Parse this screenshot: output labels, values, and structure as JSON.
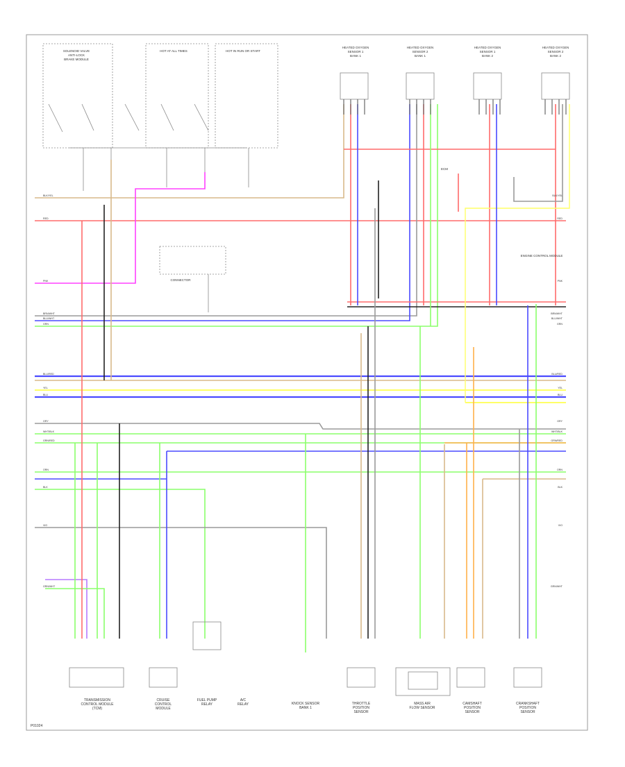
{
  "diagram": {
    "footer_code": "P01024",
    "colors": {
      "red": "#ff6a6a",
      "pink": "#ff40ff",
      "blue": "#4a4aff",
      "yellow": "#ffff66",
      "green": "#8aff6a",
      "tan": "#d9b98a",
      "orange": "#ffb04a",
      "black": "#222222",
      "gray": "#9a9a9a",
      "violet": "#b77aff"
    },
    "top_components": [
      {
        "id": "a",
        "lines": [
          "SOLENOID VALVE",
          "ANTI-LOCK",
          "BRAKE MODULE"
        ]
      },
      {
        "id": "b",
        "lines": [
          "HOT AT ALL TIMES"
        ]
      },
      {
        "id": "c",
        "lines": [
          "HOT IN RUN OR START"
        ]
      },
      {
        "id": "d",
        "lines": [
          "HEATED OXYGEN",
          "SENSOR 1",
          "BANK 1"
        ]
      },
      {
        "id": "e",
        "lines": [
          "HEATED OXYGEN",
          "SENSOR 2",
          "BANK 1"
        ]
      },
      {
        "id": "f",
        "lines": [
          "HEATED OXYGEN",
          "SENSOR 1",
          "BANK 2"
        ]
      },
      {
        "id": "g",
        "lines": [
          "HEATED OXYGEN",
          "SENSOR 2",
          "BANK 2"
        ]
      }
    ],
    "side_labels": [
      {
        "id": "s1",
        "text": "ENGINE CONTROL MODULE"
      },
      {
        "id": "s2",
        "text": "CONNECTOR"
      },
      {
        "id": "s3",
        "text": "ECM"
      }
    ],
    "bottom_components": [
      {
        "id": "b1",
        "lines": [
          "TRANSMISSION",
          "CONTROL MODULE",
          "(TCM)"
        ]
      },
      {
        "id": "b2",
        "lines": [
          "CRUISE",
          "CONTROL",
          "MODULE"
        ]
      },
      {
        "id": "b3",
        "lines": [
          "FUEL PUMP",
          "RELAY"
        ]
      },
      {
        "id": "b4",
        "lines": [
          "A/C",
          "RELAY"
        ]
      },
      {
        "id": "b5",
        "lines": [
          "KNOCK SENSOR",
          "BANK 1"
        ]
      },
      {
        "id": "b6",
        "lines": [
          "THROTTLE",
          "POSITION",
          "SENSOR"
        ]
      },
      {
        "id": "b7",
        "lines": [
          "MASS AIR",
          "FLOW SENSOR"
        ]
      },
      {
        "id": "b8",
        "lines": [
          "CAMSHAFT",
          "POSITION",
          "SENSOR"
        ]
      },
      {
        "id": "b9",
        "lines": [
          "CRANKSHAFT",
          "POSITION",
          "SENSOR"
        ]
      }
    ],
    "wire_labels": [
      "BLK/YEL",
      "RED",
      "PNK",
      "BRN/WHT",
      "BLU/WHT",
      "GRN",
      "BLU/RED",
      "YEL",
      "BLU",
      "GRY",
      "WHT/BLK",
      "GRN/RED",
      "ORN",
      "BLK",
      "VIO",
      "GRN/WHT"
    ]
  }
}
